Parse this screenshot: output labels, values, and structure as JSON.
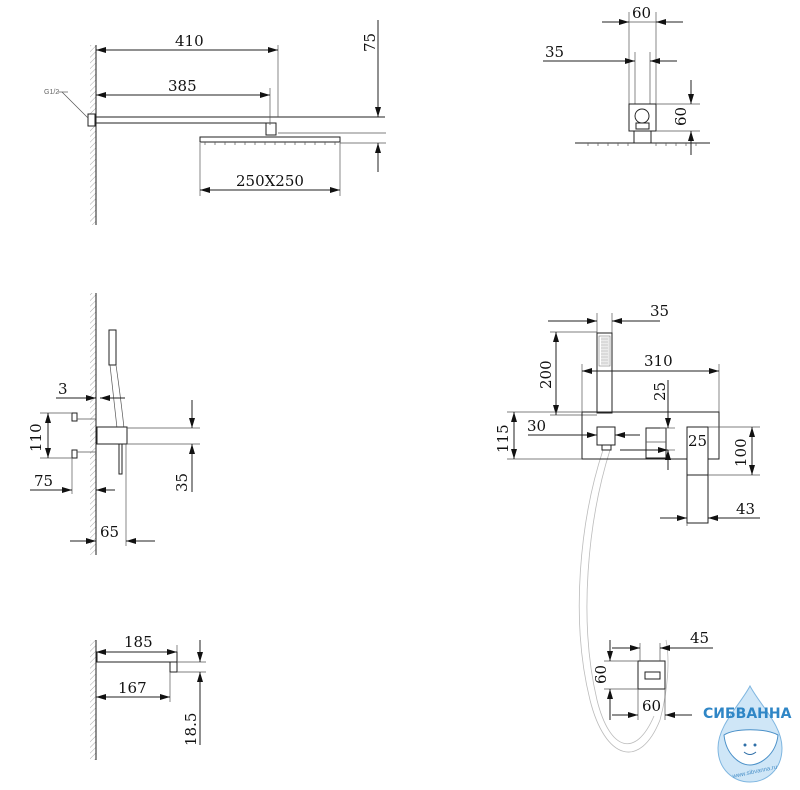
{
  "drawing": {
    "overhead_shower_side": {
      "arm_length": "410",
      "arm_reach": "385",
      "height": "75",
      "head_size": "250X250",
      "thread": "G1/2"
    },
    "overhead_shower_front": {
      "connector_width": "60",
      "ball_width": "35",
      "connector_height": "60"
    },
    "mixer_side": {
      "cover_gap": "3",
      "body_height": "110",
      "body_depth": "75",
      "pipe_height": "35",
      "projection": "65"
    },
    "spout_side": {
      "length": "185",
      "reach": "167",
      "height": "18.5"
    },
    "mixer_front": {
      "hand_shower_width": "35",
      "hand_shower_length": "200",
      "plate_width": "310",
      "vertical_offset": "25",
      "plate_height": "115",
      "holder_width": "30",
      "handle_width": "25",
      "handle_height": "100",
      "handle_depth": "43"
    },
    "hose_connector": {
      "depth": "45",
      "height": "60",
      "width": "60"
    }
  },
  "logo": {
    "name": "СИБВАННА",
    "url": "www.sibvanna.ru",
    "color": "#2f86c6"
  }
}
